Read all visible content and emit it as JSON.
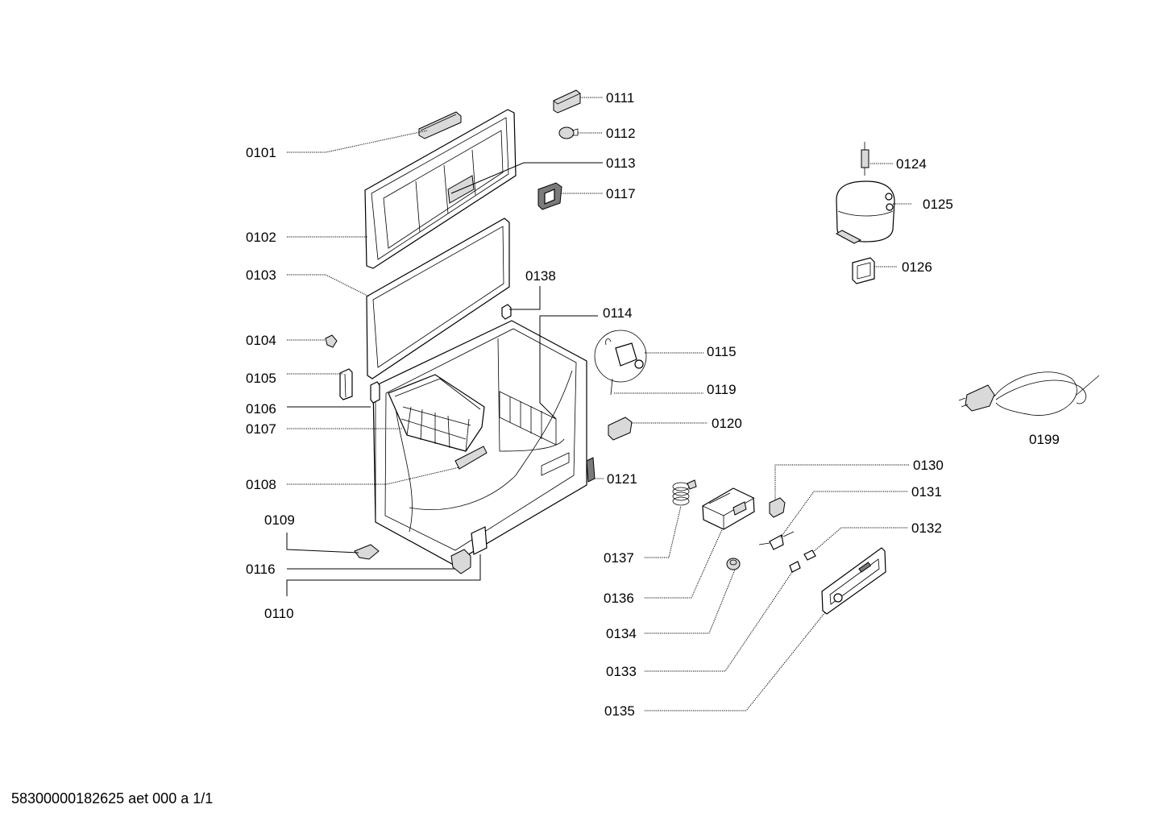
{
  "footer": "58300000182625 aet 000 a 1/1",
  "labels": {
    "0101": "0101",
    "0102": "0102",
    "0103": "0103",
    "0104": "0104",
    "0105": "0105",
    "0106": "0106",
    "0107": "0107",
    "0108": "0108",
    "0109": "0109",
    "0110": "0110",
    "0111": "0111",
    "0112": "0112",
    "0113": "0113",
    "0114": "0114",
    "0115": "0115",
    "0116": "0116",
    "0117": "0117",
    "0119": "0119",
    "0120": "0120",
    "0121": "0121",
    "0124": "0124",
    "0125": "0125",
    "0126": "0126",
    "0130": "0130",
    "0131": "0131",
    "0132": "0132",
    "0133": "0133",
    "0134": "0134",
    "0135": "0135",
    "0136": "0136",
    "0137": "0137",
    "0138": "0138",
    "0199": "0199"
  }
}
